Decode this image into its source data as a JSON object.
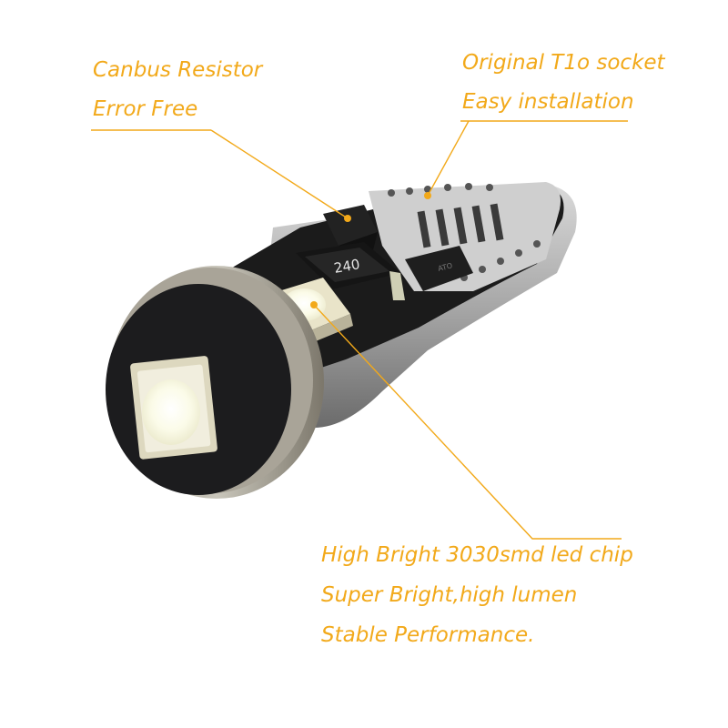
{
  "callouts": {
    "canbus": [
      "Canbus Resistor",
      "Error Free"
    ],
    "socket": [
      "Original T1o socket",
      "Easy installation"
    ],
    "chip": [
      "High Bright 3030smd led chip",
      "Super Bright,high lumen",
      "Stable Performance."
    ]
  },
  "resistor_marking": "240",
  "transistor_marking": "ATO",
  "colors": {
    "accent": "#f2a91a",
    "background": "#ffffff",
    "pcb": "#1b1b1b",
    "led_face": "#f4f4e6"
  }
}
